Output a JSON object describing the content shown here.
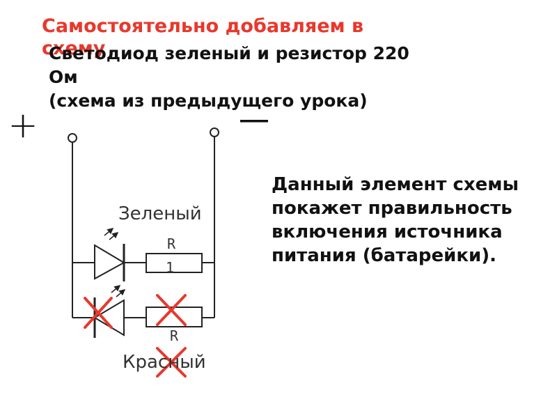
{
  "slide": {
    "title_red": "Самостоятельно добавляем в схему",
    "title_line1": "Светодиод зеленый и резистор 220",
    "title_line2": "Ом",
    "title_line3": "(схема из предыдущего урока)"
  },
  "circuit": {
    "plus_symbol": "+",
    "green_label": "Зеленый",
    "red_label": "Красный",
    "resistor1_label_r": "R",
    "resistor1_label_num": "1",
    "resistor2_label_r": "R"
  },
  "note": {
    "text": "Данный элемент схемы покажет правильность включения источника питания (батарейки)."
  },
  "colors": {
    "accent": "#e8382c",
    "text": "#111111",
    "wire": "#222222"
  }
}
